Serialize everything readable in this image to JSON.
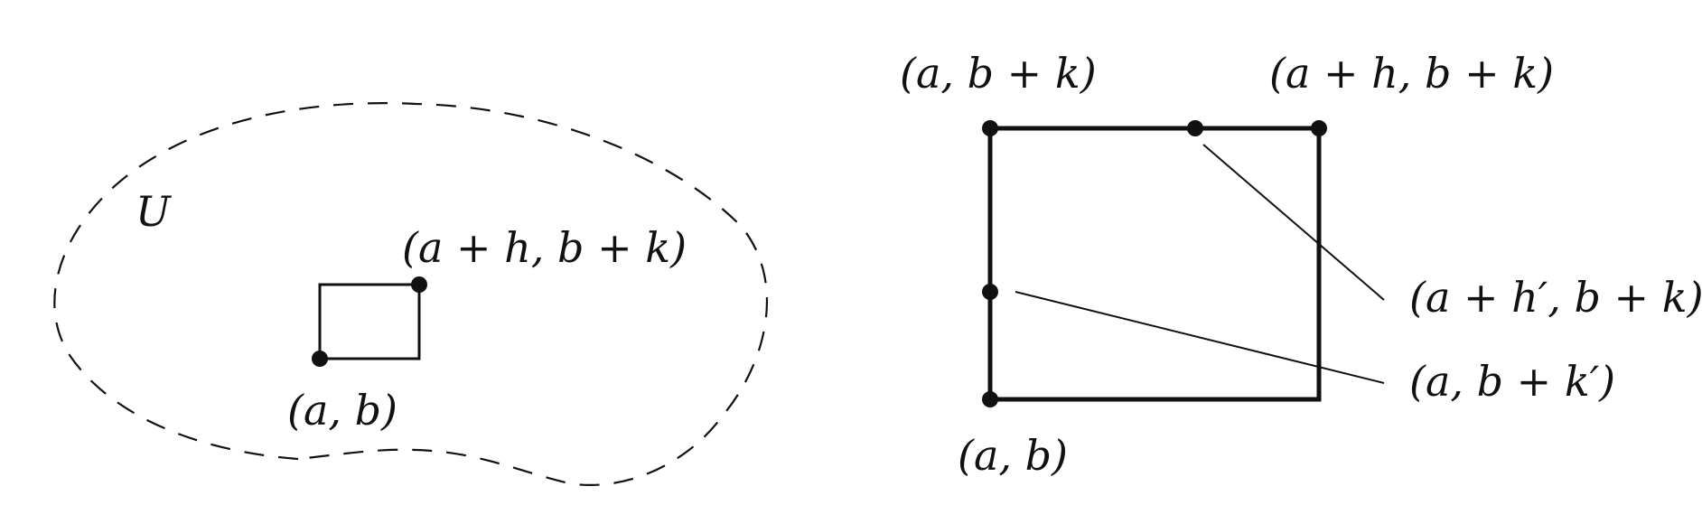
{
  "left_panel": {
    "region_label": "U",
    "corner_bottom_left": "(a, b)",
    "corner_top_right": "(a + h, b + k)"
  },
  "right_panel": {
    "corner_top_left": "(a, b + k)",
    "corner_top_right": "(a + h, b + k)",
    "corner_bottom_left": "(a, b)",
    "top_edge_point": "(a + h′, b + k)",
    "left_edge_point": "(a, b + k′)"
  }
}
